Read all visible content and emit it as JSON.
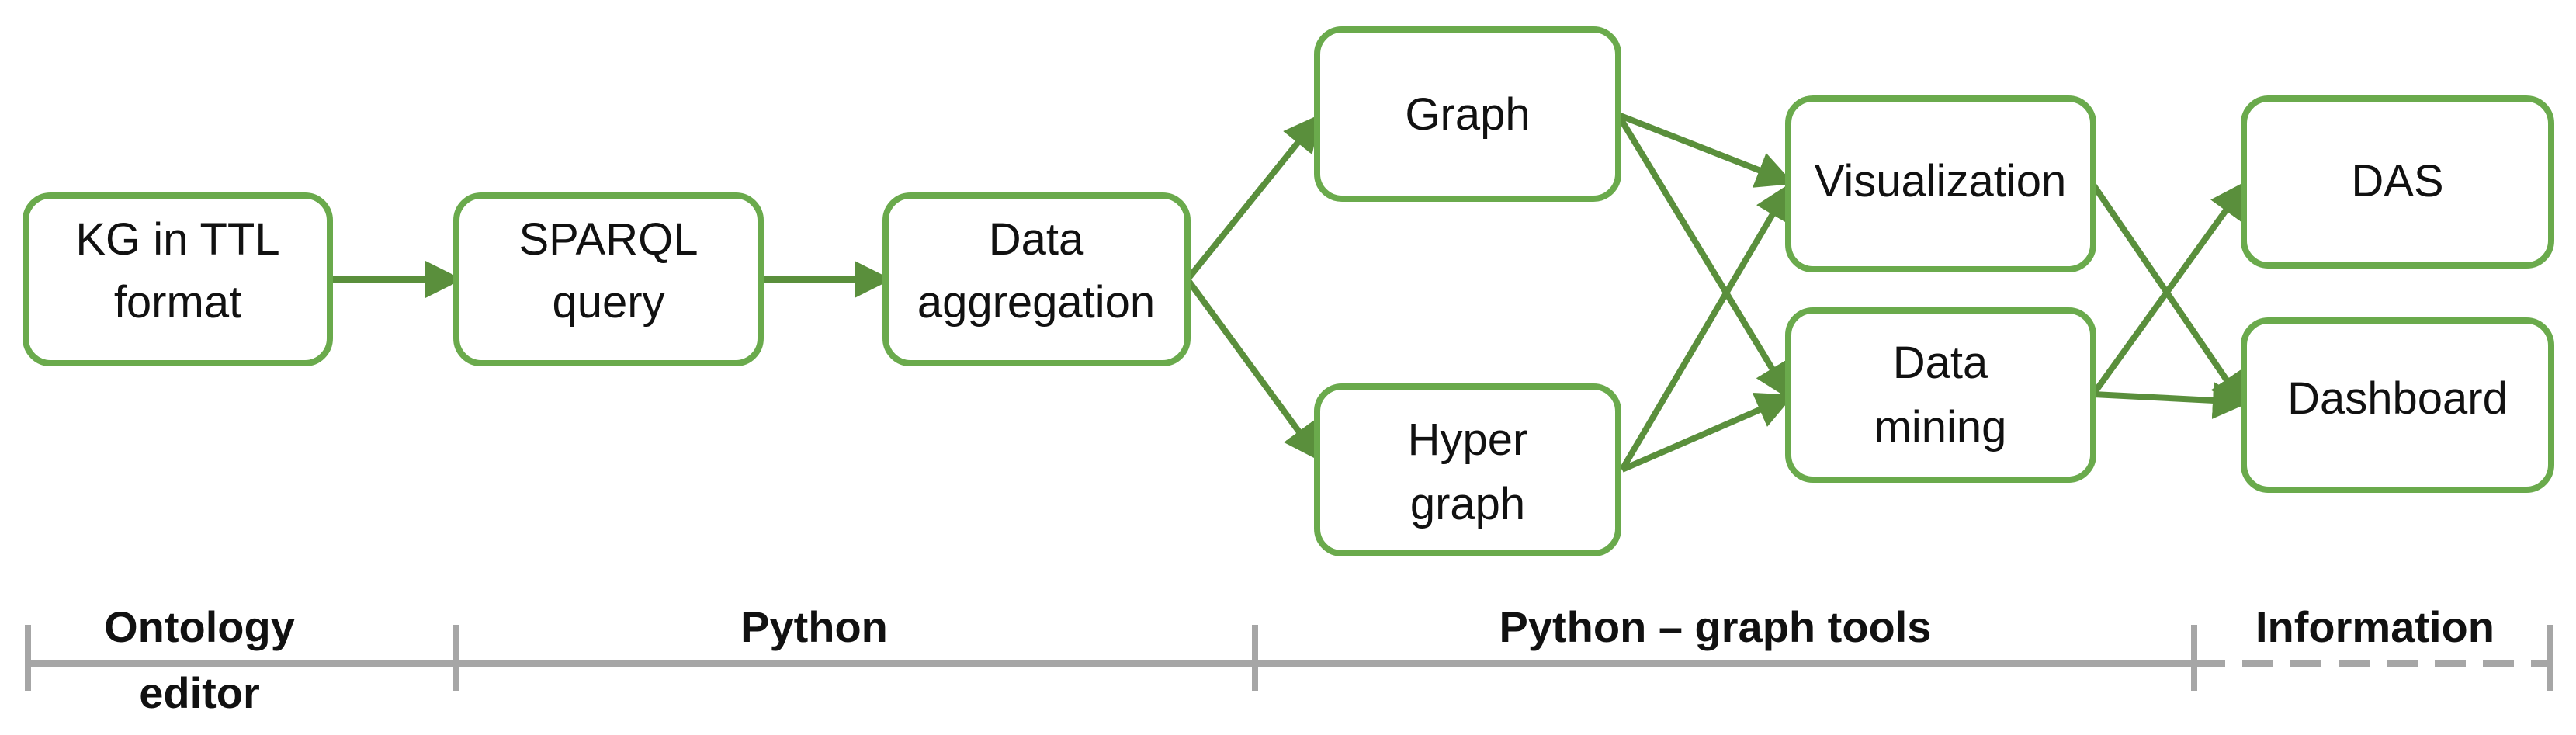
{
  "colors": {
    "node_stroke": "#6aaa4c",
    "arrow": "#5a8f3c",
    "timeline": "#a6a6a6",
    "text": "#111111"
  },
  "nodes": {
    "kg": {
      "lines": [
        "KG in TTL",
        "format"
      ]
    },
    "sparql": {
      "lines": [
        "SPARQL",
        "query"
      ]
    },
    "aggregation": {
      "lines": [
        "Data",
        "aggregation"
      ]
    },
    "graph": {
      "lines": [
        "Graph"
      ]
    },
    "hypergraph": {
      "lines": [
        "Hyper",
        "graph"
      ]
    },
    "visualization": {
      "lines": [
        "Visualization"
      ]
    },
    "mining": {
      "lines": [
        "Data",
        "mining"
      ]
    },
    "das": {
      "lines": [
        "DAS"
      ]
    },
    "dashboard": {
      "lines": [
        "Dashboard"
      ]
    }
  },
  "sections": {
    "ontology": {
      "lines": [
        "Ontology",
        "editor"
      ]
    },
    "python": {
      "lines": [
        "Python"
      ]
    },
    "graph_tools": {
      "lines": [
        "Python – graph tools"
      ]
    },
    "information": {
      "lines": [
        "Information"
      ]
    }
  }
}
